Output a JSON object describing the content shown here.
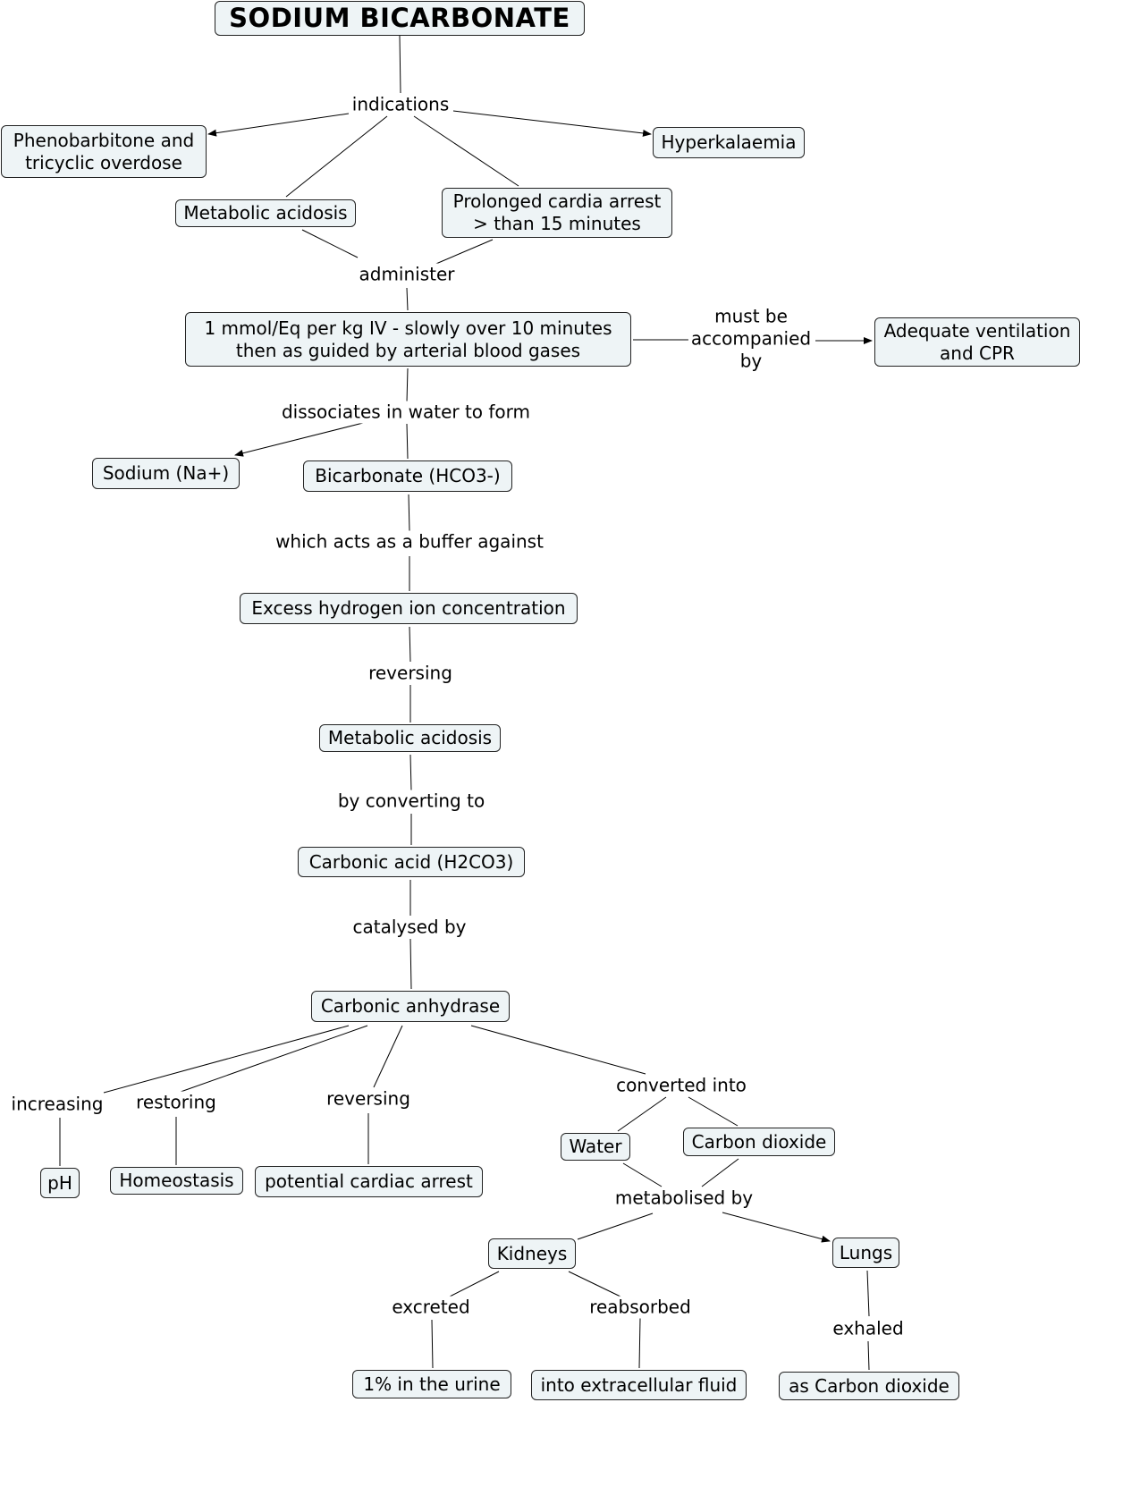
{
  "title": "SODIUM BICARBONATE",
  "nodes": {
    "phenobarbitone": "Phenobarbitone and\ntricyclic overdose",
    "hyperkalaemia": "Hyperkalaemia",
    "metabolic_acidosis_1": "Metabolic acidosis",
    "prolonged_arrest": "Prolonged cardia arrest\n> than 15 minutes",
    "dose": "1 mmol/Eq per kg IV - slowly over 10 minutes\nthen as guided by arterial blood gases",
    "ventilation": "Adequate ventilation\nand CPR",
    "sodium": "Sodium (Na+)",
    "bicarbonate": "Bicarbonate (HCO3-)",
    "excess_hydrogen": "Excess hydrogen ion concentration",
    "metabolic_acidosis_2": "Metabolic acidosis",
    "carbonic_acid": "Carbonic acid (H2CO3)",
    "carbonic_anhydrase": "Carbonic anhydrase",
    "ph": "pH",
    "homeostasis": "Homeostasis",
    "cardiac_arrest": "potential cardiac arrest",
    "water": "Water",
    "carbon_dioxide": "Carbon dioxide",
    "kidneys": "Kidneys",
    "lungs": "Lungs",
    "urine": "1% in the urine",
    "extracellular": "into extracellular fluid",
    "as_co2": "as Carbon dioxide"
  },
  "links": {
    "indications": "indications",
    "administer": "administer",
    "accompanied": "must be\naccompanied\nby",
    "dissociates": "dissociates in water to form",
    "buffer": "which acts as a buffer against",
    "reversing_1": "reversing",
    "converting": "by converting to",
    "catalysed": "catalysed by",
    "increasing": "increasing",
    "restoring": "restoring",
    "reversing_2": "reversing",
    "converted_into": "converted into",
    "metabolised": "metabolised by",
    "excreted": "excreted",
    "reabsorbed": "reabsorbed",
    "exhaled": "exhaled"
  },
  "colors": {
    "node_fill": "#eef4f6",
    "line": "#000000"
  }
}
